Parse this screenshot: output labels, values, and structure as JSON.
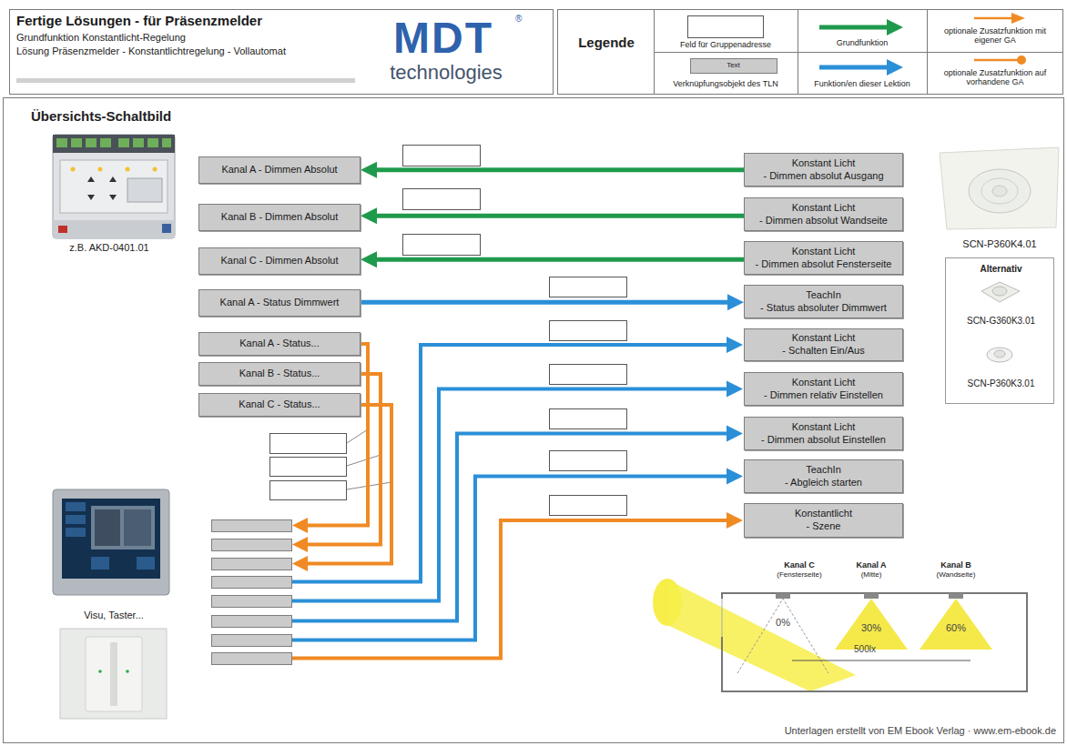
{
  "diagram": {
    "title": "Fertige Lösungen - für Präsenzmelder",
    "nodes": [
      {
        "text": [
          "Kanal A - Dimmen Absolut"
        ]
      },
      {
        "text": [
          "Kanal B - Dimmen Absolut"
        ]
      },
      {
        "text": [
          "Kanal C - Dimmen Absolut"
        ]
      },
      {
        "text": [
          "Kanal A - Status Dimmwert"
        ]
      },
      {
        "text": [
          "Kanal A - Status..."
        ]
      },
      {
        "text": [
          "Kanal B - Status..."
        ]
      },
      {
        "text": [
          "Kanal C - Status..."
        ]
      },
      {
        "text": [
          "Konstant Licht",
          "- Dimmen absolut Ausgang"
        ]
      },
      {
        "text": [
          "Konstant Licht",
          "- Dimmen absolut Wandseite"
        ]
      },
      {
        "text": [
          "Konstant Licht",
          "- Dimmen absolut Fensterseite"
        ]
      },
      {
        "text": [
          "TeachIn",
          "- Status absoluter Dimmwert"
        ]
      },
      {
        "text": [
          "Konstant Licht",
          "- Schalten Ein/Aus"
        ]
      },
      {
        "text": [
          "Konstant Licht",
          "- Dimmen relativ Einstellen"
        ]
      },
      {
        "text": [
          "Konstant Licht",
          "- Dimmen absolut Einstellen"
        ]
      },
      {
        "text": [
          "TeachIn",
          "- Abgleich starten"
        ]
      },
      {
        "text": [
          "Konstantlicht",
          "- Szene"
        ]
      }
    ],
    "edges": [
      {
        "from": 7,
        "to": 0,
        "arrow": "to"
      },
      {
        "from": 8,
        "to": 1,
        "arrow": "to"
      },
      {
        "from": 9,
        "to": 2,
        "arrow": "to"
      },
      {
        "from": 3,
        "to": 10,
        "arrow": "to"
      }
    ],
    "labels": [
      "Grundfunktion Konstantlicht-Regelung",
      "Lösung Präsenzmelder - Konstantlichtregelung - Vollautomat",
      "MDT",
      "®",
      "technologies",
      "Legende",
      "Text",
      "Übersichts-Schaltbild",
      "z.B. AKD-0401.01",
      "SCN-P360K4.01",
      "Alternativ",
      "SCN-G360K3.01",
      "SCN-P360K3.01",
      "Visu, Taster...",
      "Kanal C",
      "(Fensterseite)",
      "Kanal A",
      "(Mitte)",
      "Kanal B",
      "(Wandseite)",
      "0%",
      "30%",
      "60%",
      "500lx",
      "Unterlagen erstellt von EM Ebook Verlag · www.em-ebook.de"
    ],
    "legend": [
      {
        "text": "Feld für Gruppenadresse"
      },
      {
        "text": "Verknüpfungsobjekt des TLN"
      },
      {
        "text": "Grundfunktion"
      },
      {
        "text": "Funktion/en dieser Lektion"
      },
      {
        "text": "optionale Zusatzfunktion mit eigener GA"
      },
      {
        "text": "optionale Zusatzfunktion auf vorhandene GA"
      }
    ]
  }
}
